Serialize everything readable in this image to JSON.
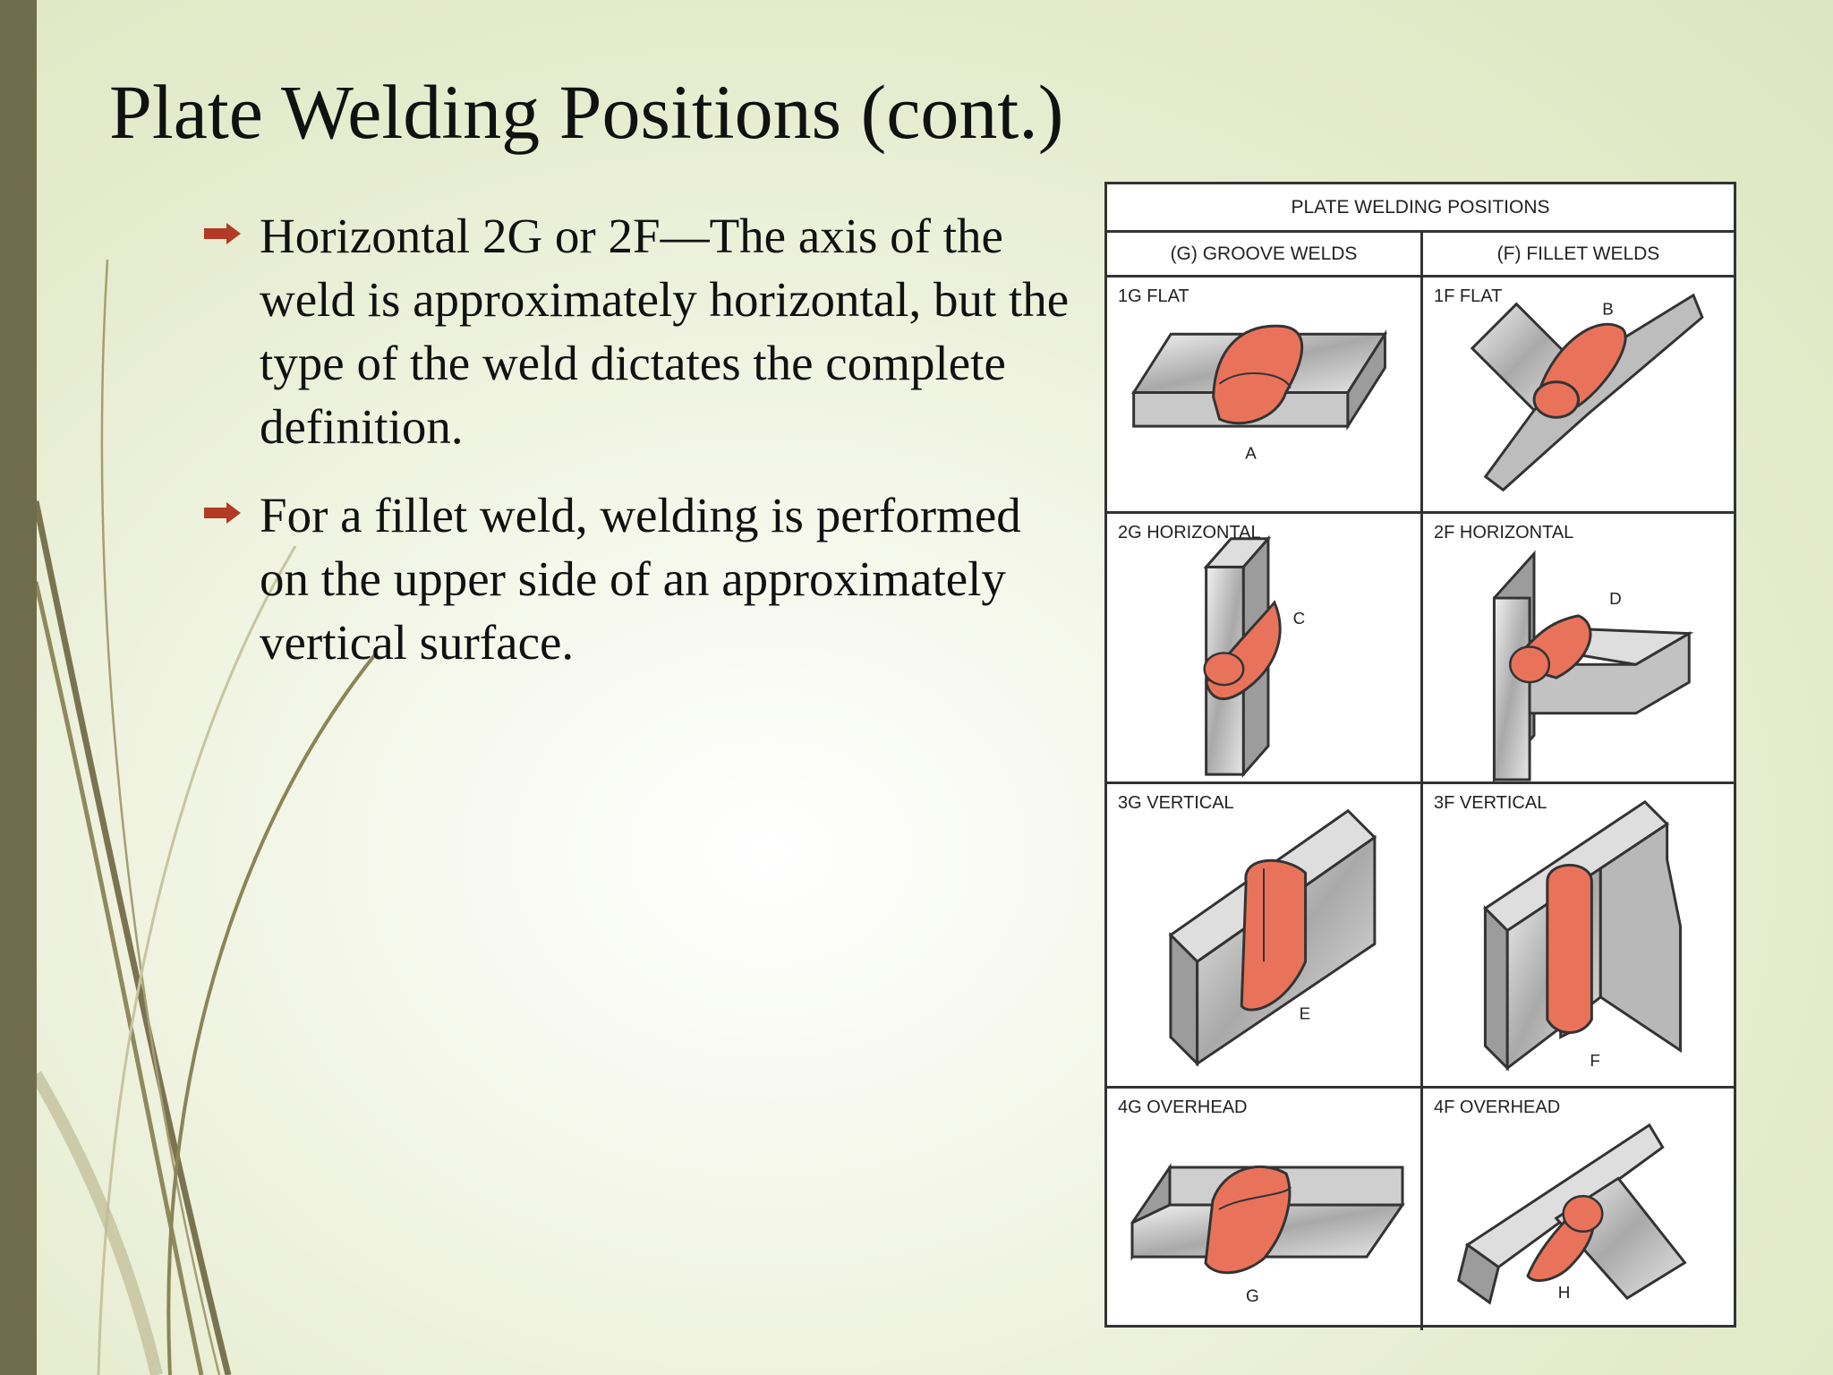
{
  "title": "Plate Welding Positions (cont.)",
  "bullets": [
    "Horizontal 2G or 2F—The axis of the weld is approximately horizontal, but the type of the weld dictates the complete definition.",
    "For a fillet weld, welding is performed on the upper side of an approximately vertical surface."
  ],
  "colors": {
    "side_bar": "#6f6c4c",
    "bullet_arrow": "#b33a24",
    "weld": "#e9735a"
  },
  "icons": {
    "bullet": "arrow-right-icon"
  },
  "figure": {
    "header": "PLATE WELDING POSITIONS",
    "columns": [
      "(G) GROOVE WELDS",
      "(F) FILLET WELDS"
    ],
    "rows": [
      {
        "groove": {
          "label": "1G FLAT",
          "letter": "A"
        },
        "fillet": {
          "label": "1F FLAT",
          "letter": "B"
        }
      },
      {
        "groove": {
          "label": "2G HORIZONTAL",
          "letter": "C"
        },
        "fillet": {
          "label": "2F HORIZONTAL",
          "letter": "D"
        }
      },
      {
        "groove": {
          "label": "3G VERTICAL",
          "letter": "E"
        },
        "fillet": {
          "label": "3F VERTICAL",
          "letter": "F"
        }
      },
      {
        "groove": {
          "label": "4G OVERHEAD",
          "letter": "G"
        },
        "fillet": {
          "label": "4F OVERHEAD",
          "letter": "H"
        }
      }
    ]
  }
}
